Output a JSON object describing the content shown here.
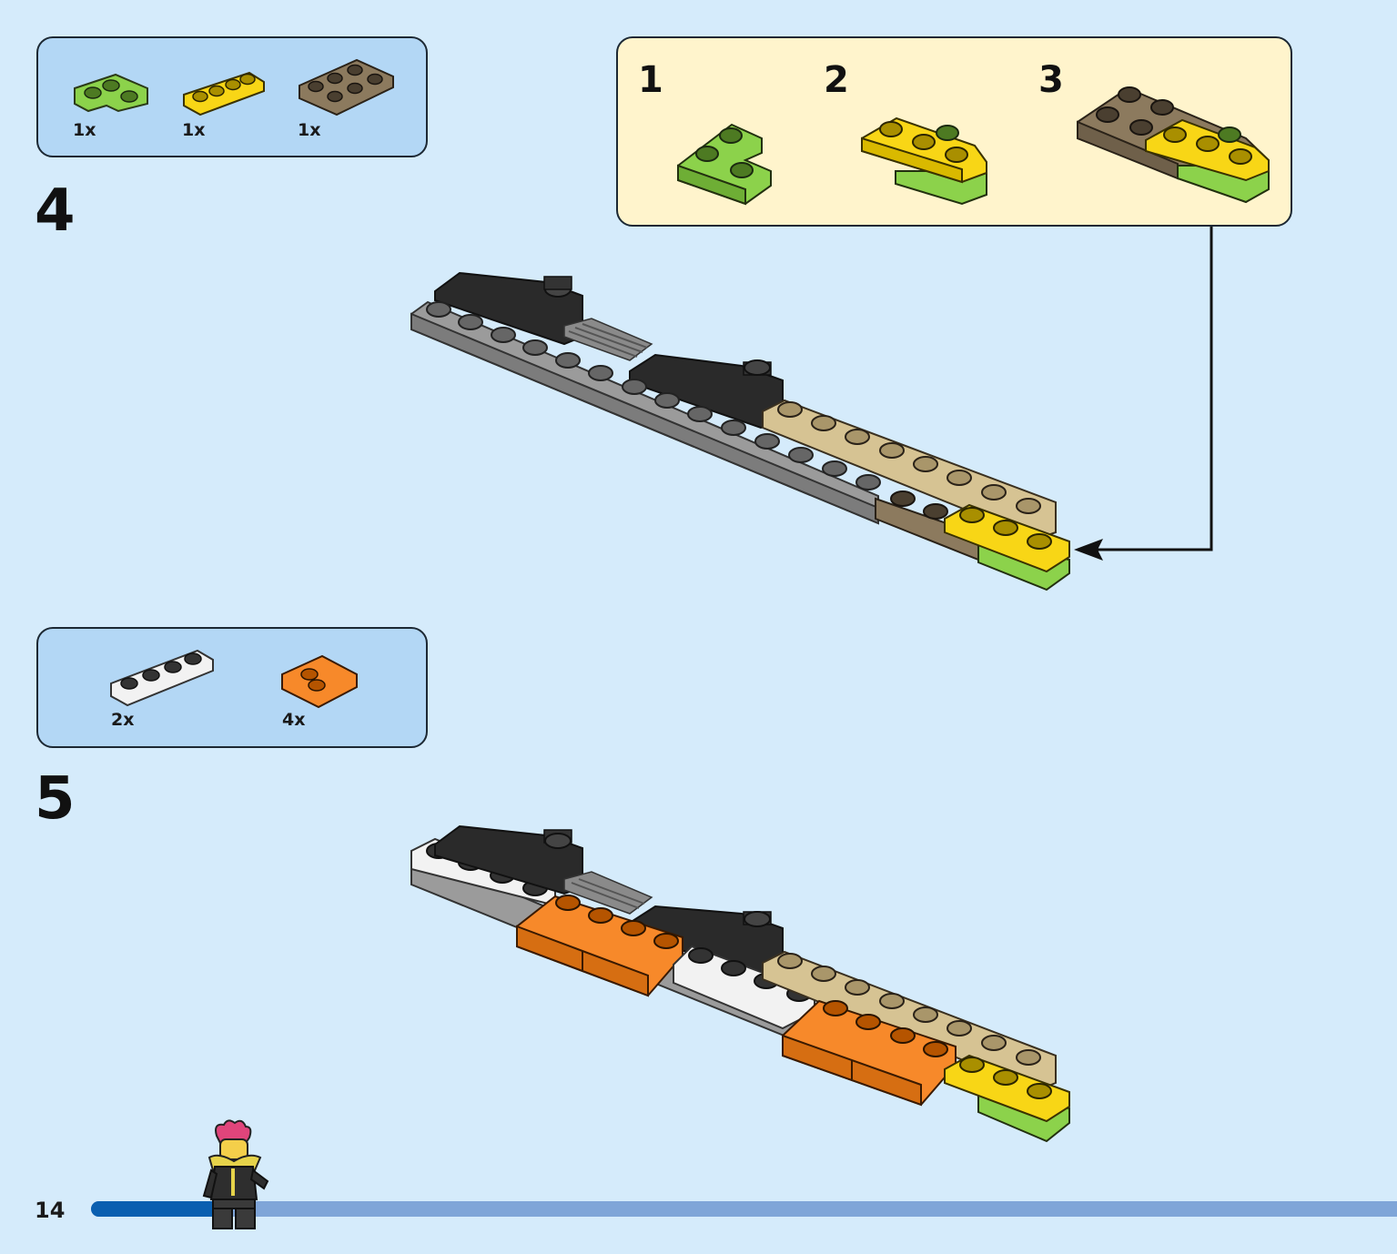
{
  "steps": [
    {
      "number": "4",
      "parts": [
        {
          "name": "lime-corner-plate",
          "qty": "1x",
          "color": "#8cd24b"
        },
        {
          "name": "yellow-1x4-plate",
          "qty": "1x",
          "color": "#f8d616"
        },
        {
          "name": "brown-2x3-plate",
          "qty": "1x",
          "color": "#8c7a5e"
        }
      ],
      "substeps": [
        "1",
        "2",
        "3"
      ]
    },
    {
      "number": "5",
      "parts": [
        {
          "name": "white-1x4-plate",
          "qty": "2x",
          "color": "#f2f2f2"
        },
        {
          "name": "orange-2x2-tile",
          "qty": "4x",
          "color": "#f7892a"
        }
      ]
    }
  ],
  "page_number": "14",
  "progress": 0.1,
  "colors": {
    "background": "#d5ebfb",
    "parts_box": "#b3d7f5",
    "callout": "#fff4cc",
    "progress_fill": "#0a5fb0",
    "progress_track": "#7fa5d8",
    "dark_grey": "#9b9b9b",
    "black": "#2a2a2a",
    "tan": "#d6c393",
    "brown": "#8c7a5e",
    "yellow": "#f8d616",
    "lime": "#8cd24b",
    "white": "#f2f2f2",
    "orange": "#f7892a"
  }
}
